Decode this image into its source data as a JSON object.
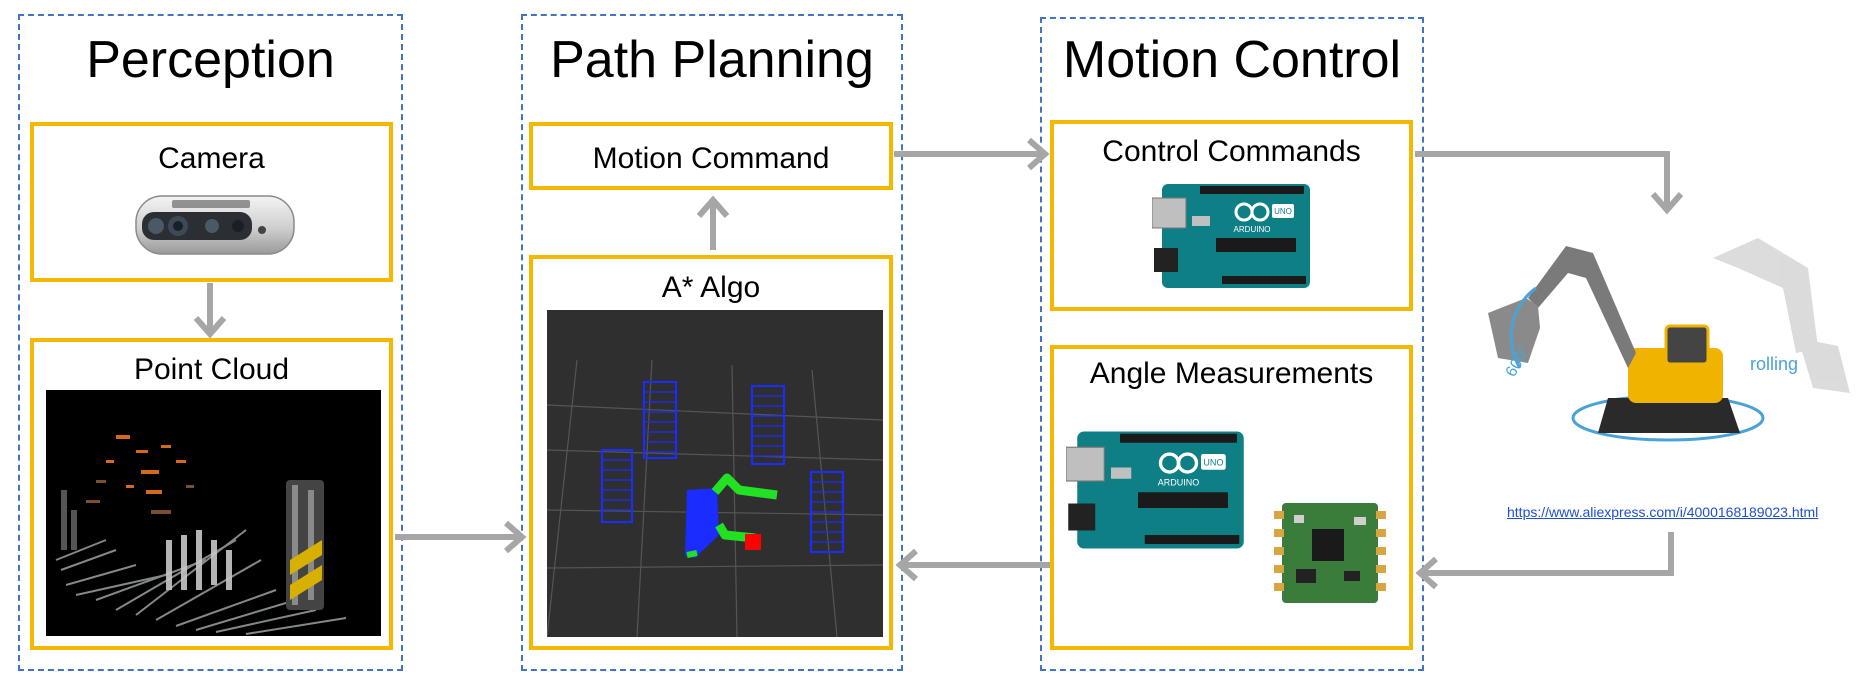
{
  "sections": {
    "perception": {
      "title": "Perception",
      "camera_label": "Camera",
      "point_cloud_label": "Point Cloud"
    },
    "path_planning": {
      "title": "Path Planning",
      "motion_command_label": "Motion Command",
      "astar_label": "A* Algo"
    },
    "motion_control": {
      "title": "Motion Control",
      "control_commands_label": "Control Commands",
      "angle_measurements_label": "Angle Measurements"
    }
  },
  "excavator": {
    "angle_label": "600°",
    "rolling_label": "rolling",
    "link_text": "https://www.aliexpress.com/i/4000168189023.html"
  },
  "board": {
    "brand_label": "ARDUINO",
    "model_label": "UNO"
  },
  "colors": {
    "section_border": "#4472c4",
    "box_border": "#f5b800",
    "arrow": "#a6a6a6",
    "link": "#1f4fd6",
    "board_green": "#0f7f86",
    "excavator_yellow": "#f0b400"
  }
}
